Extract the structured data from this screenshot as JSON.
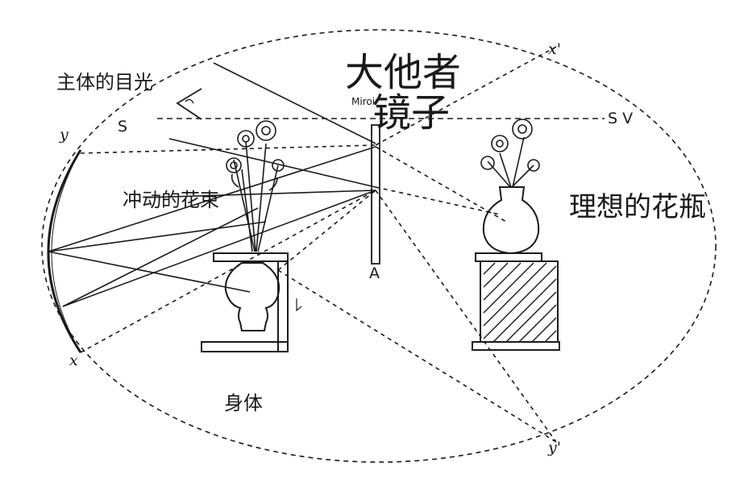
{
  "labels": {
    "subject_gaze": "主体的目光",
    "big_other": "大他者",
    "mirror": "镜子",
    "mirror_small": "Miroir",
    "impulse_bouquet": "冲动的花束",
    "ideal_vase": "理想的花瓶",
    "body": "身体"
  },
  "letters": {
    "s_left": "S",
    "sv_right": "S V",
    "y_left": "y",
    "x_left": "x",
    "x_prime": "x'",
    "y_prime": "y'",
    "a_mirror": "A"
  }
}
